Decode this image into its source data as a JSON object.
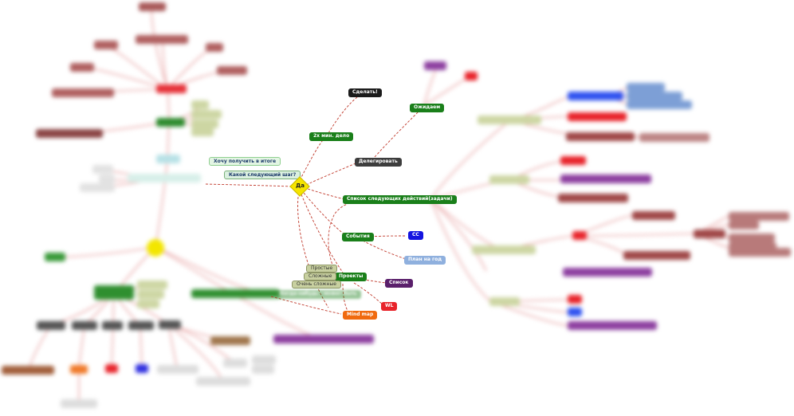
{
  "colors": {
    "green": "#1a7f1a",
    "red": "#e8232a",
    "black": "#1b1b1b",
    "dark_gray": "#3d3d3d",
    "purple": "#6d2b86",
    "blue": "#1515e0",
    "orange": "#f06a0f",
    "light_blue": "#8fb0de",
    "olive_light": "#c8d0a0",
    "connector": "#c0392b"
  },
  "center": {
    "label": "Да"
  },
  "nodes": {
    "n2x": "2х мин. дело ",
    "done": "Сделать!",
    "delegate": "Делегировать",
    "waiting": "Ожидаем",
    "next_actions": "Список следующих действий(задачи)",
    "events": "События",
    "cc": "CC",
    "year_plan": "План на год ",
    "projects": "Проекты",
    "simple": "Простые",
    "complex": "Сложные",
    "very_complex": "Очень сложные",
    "list": "Список",
    "wl": "WL ",
    "wish": "Хочу получить в итоге",
    "next_step": "Какой следующий шаг?",
    "mind_map": "Mind map",
    "someday": "Когда-нибудь / может быть"
  }
}
